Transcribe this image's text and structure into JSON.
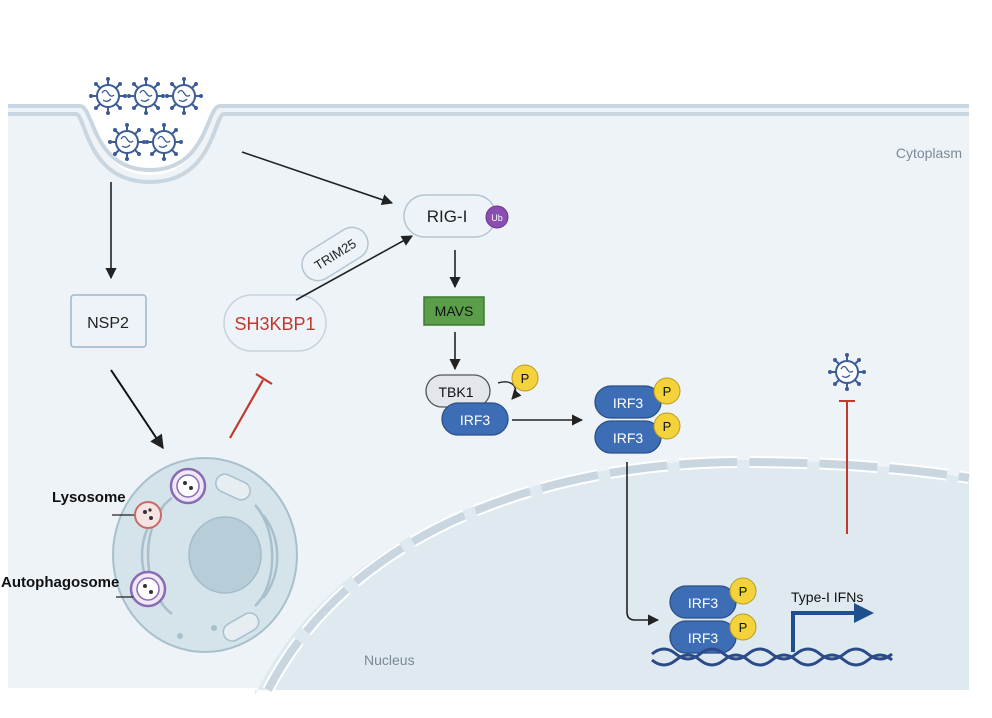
{
  "compartments": {
    "cytoplasm": "Cytoplasm",
    "nucleus": "Nucleus"
  },
  "nodes": {
    "nsp2": "NSP2",
    "sh3kbp1": "SH3KBP1",
    "trim25": "TRIM25",
    "rigi": "RIG-I",
    "ub": "Ub",
    "mavs": "MAVS",
    "tbk1": "TBK1",
    "irf3": "IRF3",
    "p": "P",
    "lysosome": "Lysosome",
    "autophagosome": "Autophagosome",
    "type_i_ifns": "Type-I IFNs"
  },
  "colors": {
    "membrane": "#c9d6e0",
    "cytoplasm_bg": "#eef3f7",
    "nucleus_bg": "#dfe9f0",
    "irf3_blue": "#3d6eb5",
    "mavs_green": "#5a9e4a",
    "phospho_yellow": "#f4d23c",
    "ub_purple": "#8a4db0",
    "inhibit_red": "#c0392b",
    "sh3kbp1_text": "#c0392b",
    "dna_blue": "#2a4a8a"
  }
}
